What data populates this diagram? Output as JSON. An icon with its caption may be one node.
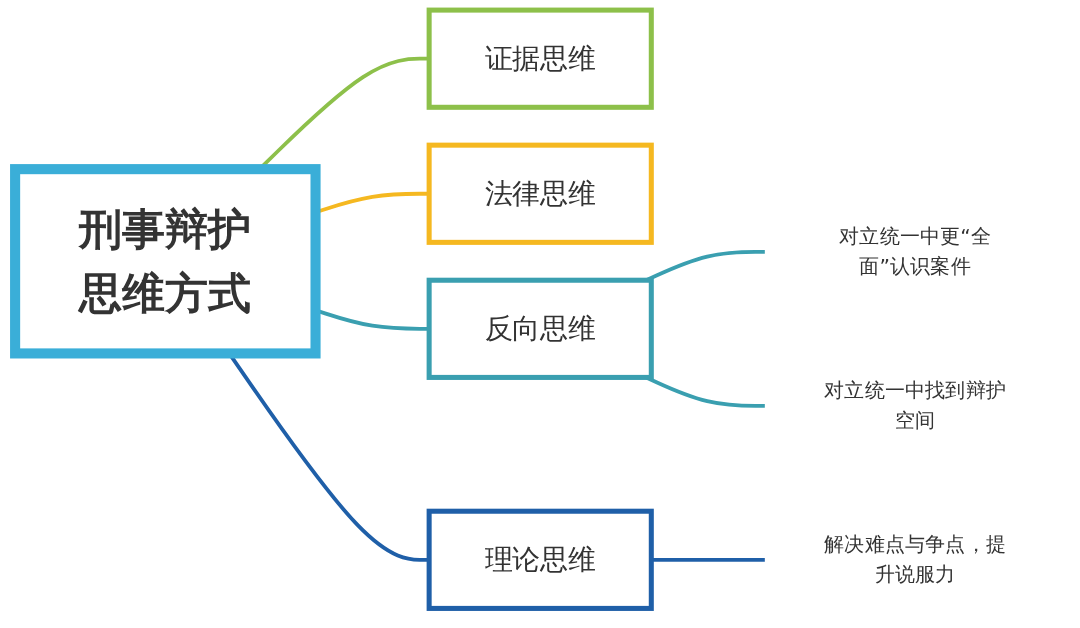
{
  "diagram": {
    "nodes": [
      {
        "text": [
          "刑事辩护思维方式"
        ]
      },
      {
        "text": [
          "证据思维"
        ]
      },
      {
        "text": [
          "法律思维"
        ]
      },
      {
        "text": [
          "反向思维"
        ]
      },
      {
        "text": [
          "理论思维"
        ]
      },
      {
        "text": [
          "对立统一中更“全面”认识案件"
        ]
      },
      {
        "text": [
          "对立统一中找到辩护空间"
        ]
      },
      {
        "text": [
          "解决难点与争点，提升说服力"
        ]
      }
    ],
    "edges": [
      {
        "from": 0,
        "to": 1,
        "arrow": "none",
        "color": "#8dc04a"
      },
      {
        "from": 0,
        "to": 2,
        "arrow": "none",
        "color": "#f5b820"
      },
      {
        "from": 0,
        "to": 3,
        "arrow": "none",
        "color": "#3a9fb0"
      },
      {
        "from": 0,
        "to": 4,
        "arrow": "none",
        "color": "#1f5fa8"
      },
      {
        "from": 3,
        "to": 5,
        "arrow": "none",
        "color": "#3a9fb0"
      },
      {
        "from": 3,
        "to": 6,
        "arrow": "none",
        "color": "#3a9fb0"
      },
      {
        "from": 4,
        "to": 7,
        "arrow": "none",
        "color": "#1f5fa8"
      }
    ]
  }
}
